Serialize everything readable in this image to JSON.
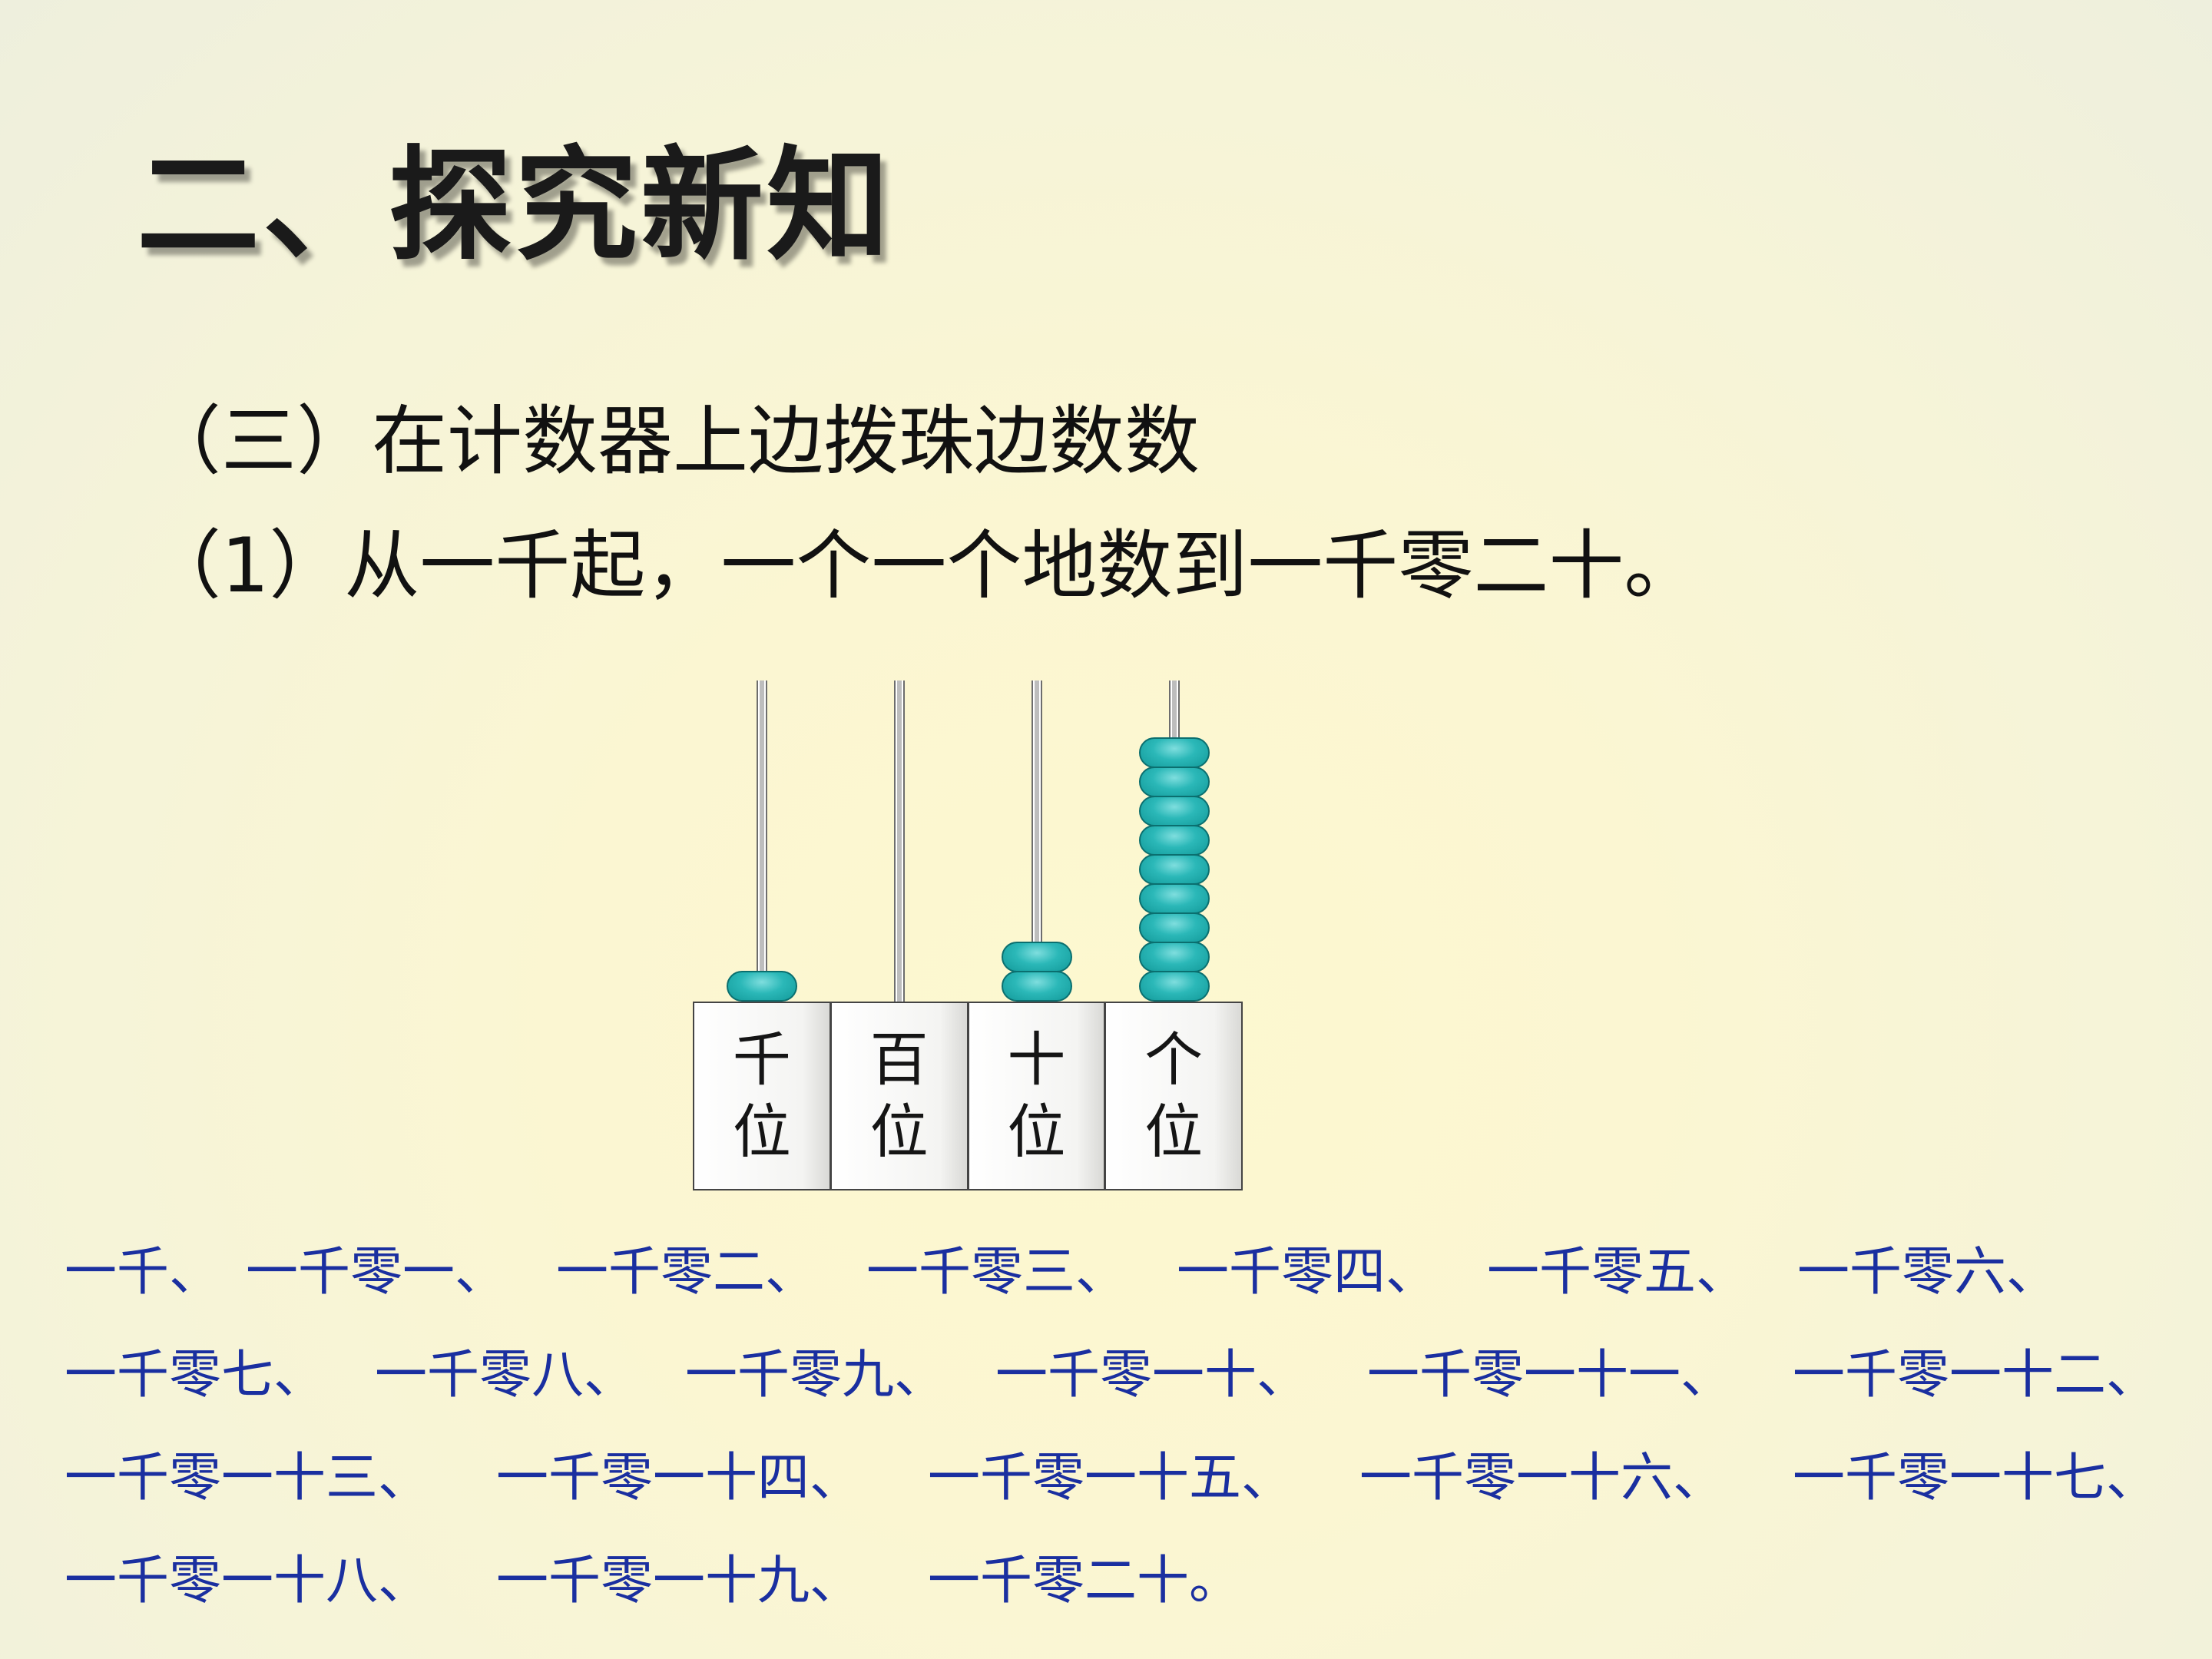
{
  "title": "二、探究新知",
  "subtitle": "（三）在计数器上边拨珠边数数",
  "instruction": "（1）从一千起，一个一个地数到一千零二十。",
  "abacus": {
    "columns": [
      {
        "label_top": "千",
        "label_bottom": "位",
        "beads": 1
      },
      {
        "label_top": "百",
        "label_bottom": "位",
        "beads": 0
      },
      {
        "label_top": "十",
        "label_bottom": "位",
        "beads": 2
      },
      {
        "label_top": "个",
        "label_bottom": "位",
        "beads": 9
      }
    ],
    "bead_color": "#2bb8b8"
  },
  "sequence_lines": [
    [
      "一千、",
      "一千零一、",
      "一千零二、",
      "一千零三、",
      "一千零四、",
      "一千零五、",
      "一千零六、"
    ],
    [
      "一千零七、",
      "一千零八、",
      "一千零九、",
      "一千零一十、",
      "一千零一十一、",
      "一千零一十二、"
    ],
    [
      "一千零一十三、",
      "一千零一十四、",
      "一千零一十五、",
      "一千零一十六、",
      "一千零一十七、"
    ],
    [
      "一千零一十八、",
      "一千零一十九、",
      "一千零二十。"
    ]
  ],
  "colors": {
    "sequence_text": "#1a2fa0",
    "title_text": "#1a1a1a"
  }
}
